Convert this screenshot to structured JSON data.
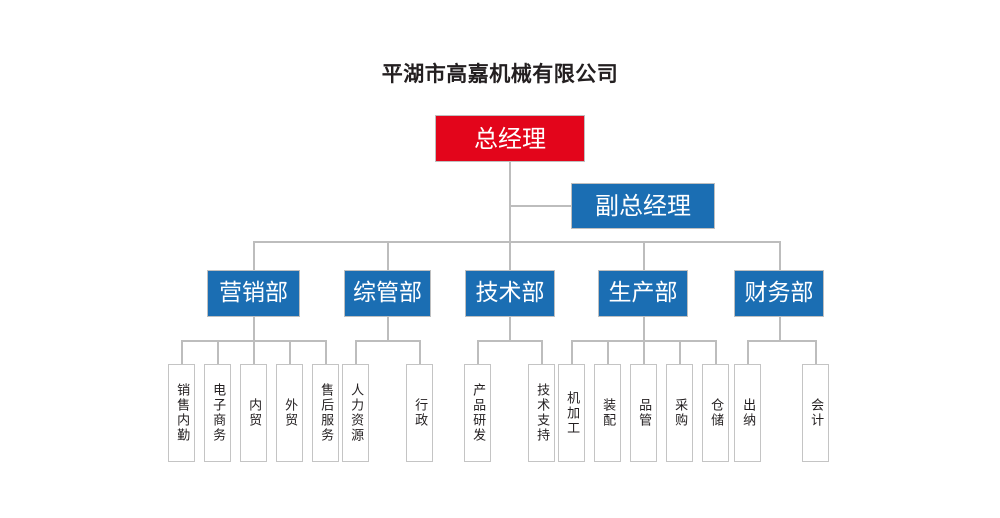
{
  "chart_title": "平湖市高嘉机械有限公司",
  "colors": {
    "executive_red": "#E3051B",
    "department_blue": "#1B6EB3",
    "connector_gray": "#bdbdbd",
    "box_border_gray": "#c4c4c4",
    "title_text": "#231f20",
    "background": "#ffffff"
  },
  "org": {
    "ceo": {
      "label": "总经理",
      "level": "executive",
      "color": "executive_red"
    },
    "vice_ceo": {
      "label": "副总经理",
      "level": "executive",
      "color": "department_blue"
    },
    "departments": [
      {
        "label": "营销部",
        "children": [
          {
            "label": "销售内勤"
          },
          {
            "label": "电子商务"
          },
          {
            "label": "内贸"
          },
          {
            "label": "外贸"
          },
          {
            "label": "售后服务"
          }
        ]
      },
      {
        "label": "综管部",
        "children": [
          {
            "label": "人力资源"
          },
          {
            "label": "行政"
          }
        ]
      },
      {
        "label": "技术部",
        "children": [
          {
            "label": "产品研发"
          },
          {
            "label": "技术支持"
          }
        ]
      },
      {
        "label": "生产部",
        "children": [
          {
            "label": "机加工"
          },
          {
            "label": "装配"
          },
          {
            "label": "品管"
          },
          {
            "label": "采购"
          },
          {
            "label": "仓储"
          }
        ]
      },
      {
        "label": "财务部",
        "children": [
          {
            "label": "出纳"
          },
          {
            "label": "会计"
          }
        ]
      }
    ]
  }
}
